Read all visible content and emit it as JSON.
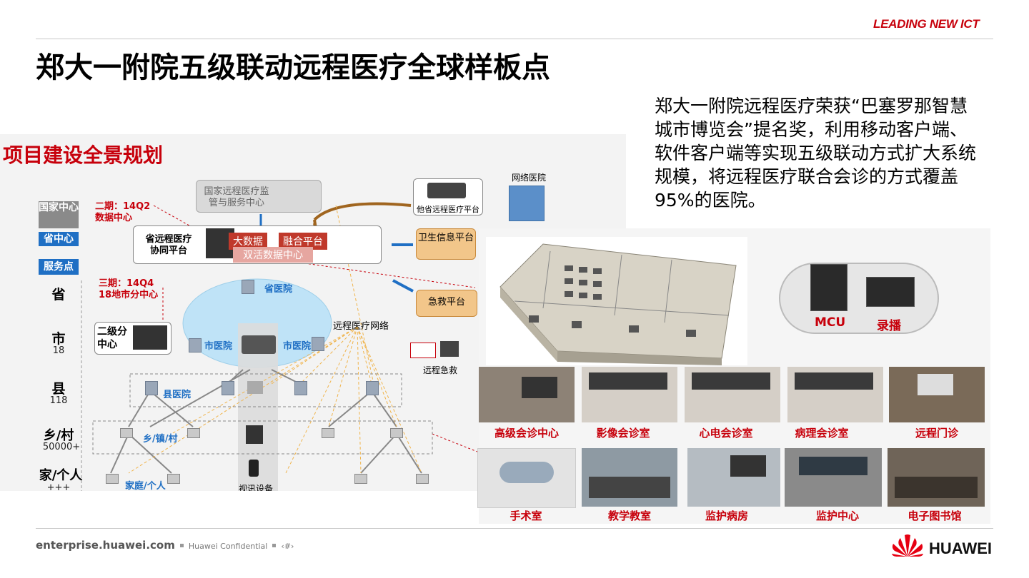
{
  "brand": {
    "leading": "LEADING",
    "rest": " NEW ICT"
  },
  "title": "郑大一附院五级联动远程医疗全球样板点",
  "description": "郑大一附院远程医疗荣获“巴塞罗那智慧城市博览会”提名奖，利用移动客户端、软件客户端等实现五级联动方式扩大系统规模，将远程医疗联合会诊的方式覆盖95%的医院。",
  "diagram": {
    "title": "项目建设全景规划",
    "levels": {
      "national": "国家中心",
      "provincial_center": "省中心",
      "service_point": "服务点",
      "province": "省",
      "city": "市",
      "city_count": "18",
      "county": "县",
      "county_count": "118",
      "township": "乡/村",
      "township_count": "50000+",
      "home": "家/个人",
      "home_count": "+++"
    },
    "phase2": "二期：14Q2",
    "phase2_sub": "数据中心",
    "phase3": "三期：14Q4",
    "phase3_sub": "18地市分中心",
    "national_platform": "国家远程医疗监管与服务中心",
    "provincial_platform": "省远程医疗协同平台",
    "bigdata": "大数据",
    "fusion": "融合平台",
    "dual_dc": "双活数据中心",
    "other_province": "他省远程医疗平台",
    "network_hospital": "网络医院",
    "health_info": "卫生信息平台",
    "emergency_platform": "急救平台",
    "remote_network": "远程医疗网络",
    "remote_emergency": "远程急救",
    "secondary_center": "二级分中心",
    "prov_hospital": "省医院",
    "city_hospital_1": "市医院",
    "city_hospital_2": "市医院",
    "county_hospital": "县医院",
    "township_label": "乡/镇/村",
    "home_label": "家庭/个人",
    "video_device": "视讯设备"
  },
  "equipment": {
    "mcu": "MCU",
    "recording": "录播"
  },
  "rooms": {
    "row1": [
      "高级会诊中心",
      "影像会诊室",
      "心电会诊室",
      "病理会诊室",
      "远程门诊"
    ],
    "row2": [
      "手术室",
      "教学教室",
      "监护病房",
      "监护中心",
      "电子图书馆"
    ]
  },
  "footer": {
    "site": "enterprise.huawei.com",
    "confidential": "Huawei Confidential",
    "page": "‹#›"
  },
  "logo_text": "HUAWEI",
  "colors": {
    "accent": "#c7000b",
    "blue": "#1f6fc4"
  }
}
